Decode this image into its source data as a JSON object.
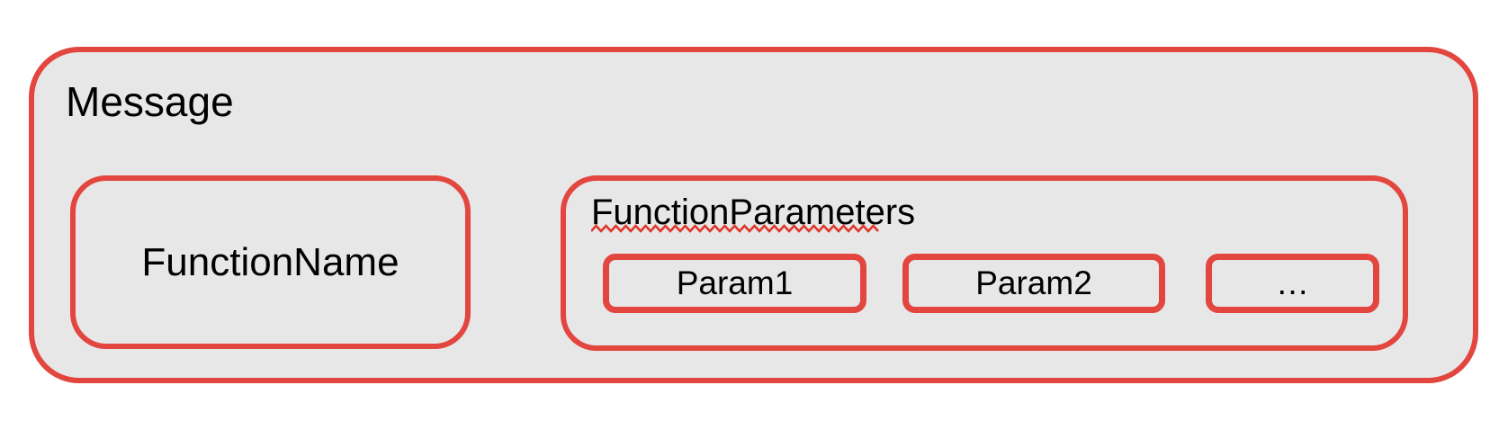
{
  "colors": {
    "border_red": "#e2463e",
    "fill_gray": "#e7e7e7",
    "squiggle_red": "#e0352b",
    "text_black": "#000000",
    "page_background": "#ffffff"
  },
  "message": {
    "label": "Message",
    "function_name": {
      "label": "FunctionName"
    },
    "function_parameters": {
      "label": "FunctionParameters",
      "params": [
        {
          "label": "Param1"
        },
        {
          "label": "Param2"
        },
        {
          "label": "…"
        }
      ]
    }
  }
}
